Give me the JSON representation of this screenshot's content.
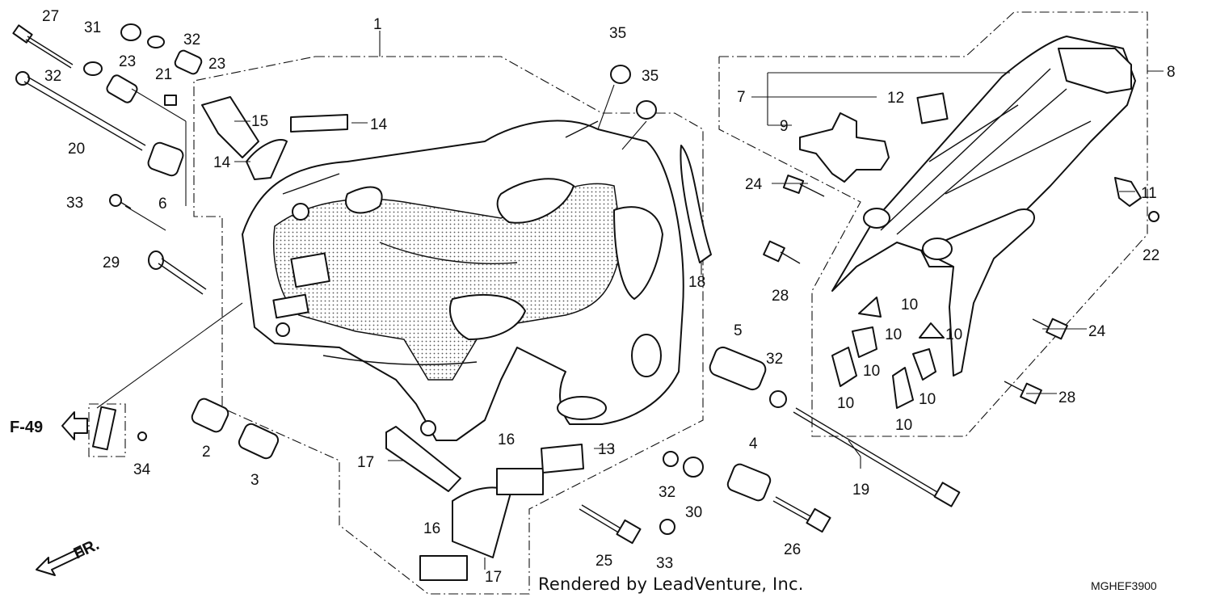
{
  "footer": {
    "rendered_by": "Rendered by LeadVenture, Inc.",
    "diagram_code": "MGHEF3900"
  },
  "tags": {
    "ref_page": "F-49",
    "front_direction": "FR."
  },
  "callouts": [
    "1",
    "2",
    "3",
    "4",
    "5",
    "6",
    "7",
    "8",
    "9",
    "10",
    "10",
    "10",
    "10",
    "10",
    "10",
    "10",
    "11",
    "12",
    "13",
    "14",
    "14",
    "15",
    "16",
    "16",
    "17",
    "17",
    "18",
    "19",
    "20",
    "21",
    "22",
    "23",
    "23",
    "24",
    "24",
    "25",
    "26",
    "27",
    "28",
    "28",
    "29",
    "30",
    "31",
    "32",
    "32",
    "32",
    "32",
    "33",
    "33",
    "34",
    "35",
    "35"
  ]
}
